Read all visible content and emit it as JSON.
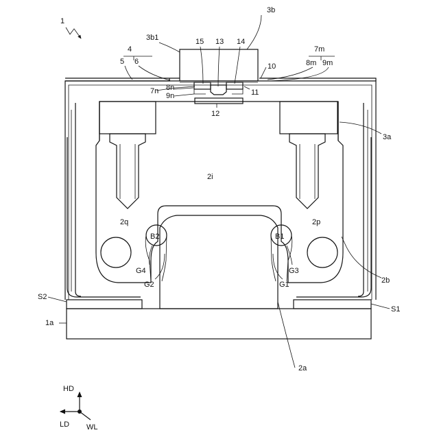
{
  "labels": {
    "fig_ref": "1",
    "top_block": "3b",
    "top_block_face": "3b1",
    "assembly_4": "4",
    "part_5": "5",
    "part_6": "6",
    "part_15": "15",
    "part_13": "13",
    "part_14": "14",
    "part_10": "10",
    "assembly_7m": "7m",
    "part_8m": "8m",
    "part_9m": "9m",
    "part_7n": "7n",
    "part_8n": "8n",
    "part_9n": "9n",
    "part_11": "11",
    "part_12": "12",
    "carriage_right": "3a",
    "carriage_inner": "2i",
    "q_region": "2q",
    "p_region": "2p",
    "ball_b2": "B2",
    "ball_b1": "B1",
    "groove_g4": "G4",
    "groove_g3": "G3",
    "groove_g2": "G2",
    "groove_g1": "G1",
    "cover_2b": "2b",
    "seal_s2": "S2",
    "seal_s1": "S1",
    "base_1a": "1a",
    "rail_2a": "2a"
  },
  "axes": {
    "hd": "HD",
    "ld": "LD",
    "wl": "WL"
  }
}
